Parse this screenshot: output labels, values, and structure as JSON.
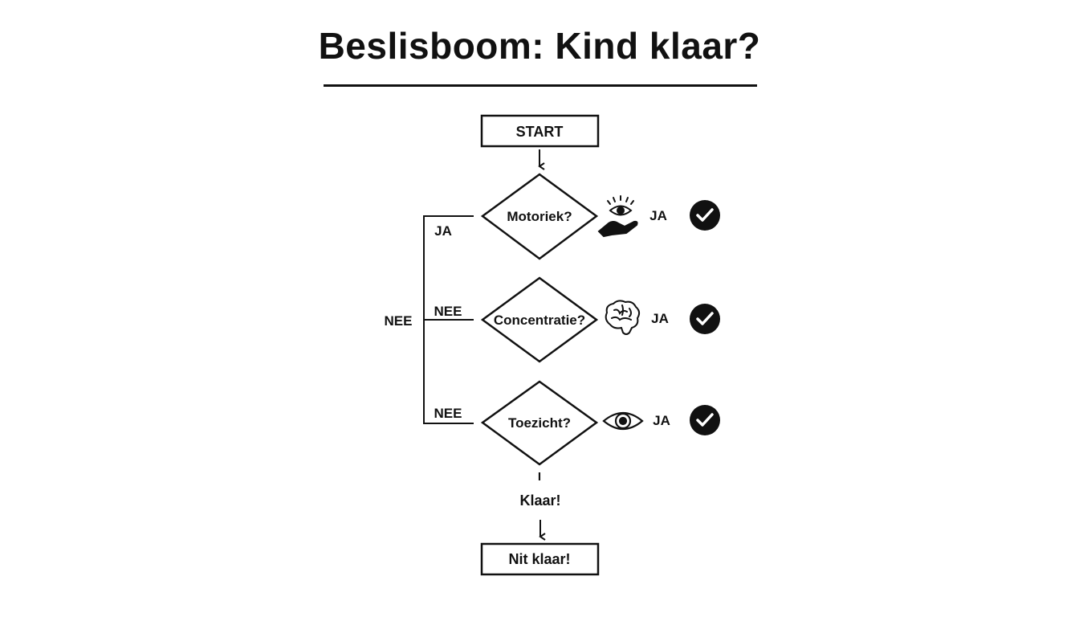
{
  "title": "Beslisboom: Kind klaar?",
  "nodes": {
    "start": "START",
    "motoriek": "Motoriek?",
    "concentratie": "Concentratie?",
    "toezicht": "Toezicht?",
    "klaar": "Klaar!",
    "niet_klaar": "Nit klaar!"
  },
  "branch_labels": {
    "left_ja": "JA",
    "left_nee_outer": "NEE",
    "left_nee_concentratie": "NEE",
    "left_nee_toezicht": "NEE",
    "right_ja_motoriek": "JA",
    "right_ja_concentratie": "JA",
    "right_ja_toezicht": "JA",
    "below_toezicht": "I"
  },
  "icons": {
    "motoriek": "hand-eye-icon",
    "concentratie": "brain-icon",
    "toezicht": "eye-icon",
    "check": "checkmark-circle-icon"
  },
  "colors": {
    "ink": "#111111",
    "background": "#ffffff"
  }
}
